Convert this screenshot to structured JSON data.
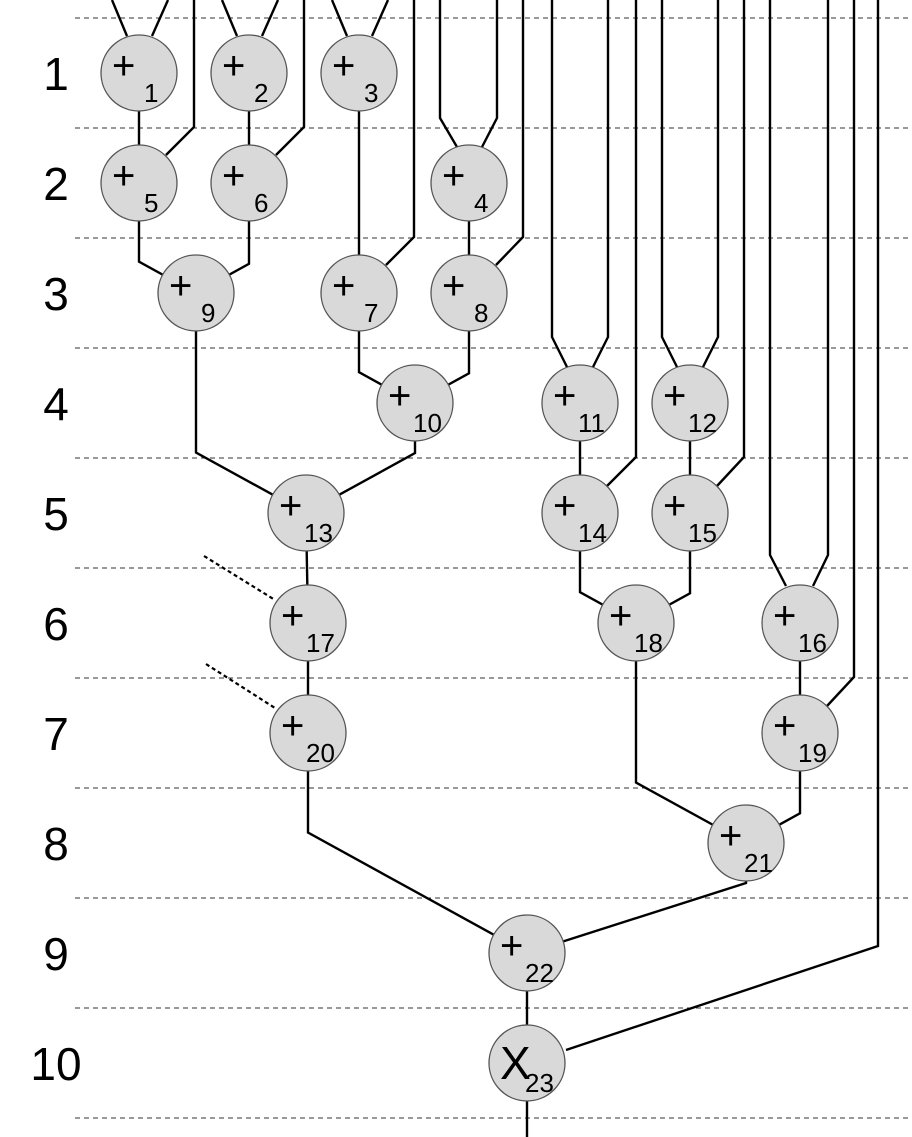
{
  "stages": [
    "1",
    "2",
    "3",
    "4",
    "5",
    "6",
    "7",
    "8",
    "9",
    "10"
  ],
  "nodes": [
    {
      "id": "1",
      "op": "+",
      "stage": 1
    },
    {
      "id": "2",
      "op": "+",
      "stage": 1
    },
    {
      "id": "3",
      "op": "+",
      "stage": 1
    },
    {
      "id": "5",
      "op": "+",
      "stage": 2
    },
    {
      "id": "6",
      "op": "+",
      "stage": 2
    },
    {
      "id": "4",
      "op": "+",
      "stage": 2
    },
    {
      "id": "9",
      "op": "+",
      "stage": 3
    },
    {
      "id": "7",
      "op": "+",
      "stage": 3
    },
    {
      "id": "8",
      "op": "+",
      "stage": 3
    },
    {
      "id": "10",
      "op": "+",
      "stage": 4
    },
    {
      "id": "11",
      "op": "+",
      "stage": 4
    },
    {
      "id": "12",
      "op": "+",
      "stage": 4
    },
    {
      "id": "13",
      "op": "+",
      "stage": 5
    },
    {
      "id": "14",
      "op": "+",
      "stage": 5
    },
    {
      "id": "15",
      "op": "+",
      "stage": 5
    },
    {
      "id": "17",
      "op": "+",
      "stage": 6
    },
    {
      "id": "18",
      "op": "+",
      "stage": 6
    },
    {
      "id": "16",
      "op": "+",
      "stage": 6
    },
    {
      "id": "20",
      "op": "+",
      "stage": 7
    },
    {
      "id": "19",
      "op": "+",
      "stage": 7
    },
    {
      "id": "21",
      "op": "+",
      "stage": 8
    },
    {
      "id": "22",
      "op": "+",
      "stage": 9
    },
    {
      "id": "23",
      "op": "X",
      "stage": 10
    }
  ],
  "edges": [
    [
      "1",
      "5"
    ],
    [
      "2",
      "6"
    ],
    [
      "3",
      "7"
    ],
    [
      "4",
      "8"
    ],
    [
      "5",
      "9"
    ],
    [
      "6",
      "9"
    ],
    [
      "7",
      "10"
    ],
    [
      "8",
      "10"
    ],
    [
      "9",
      "13"
    ],
    [
      "10",
      "13"
    ],
    [
      "11",
      "14"
    ],
    [
      "12",
      "15"
    ],
    [
      "13",
      "17"
    ],
    [
      "14",
      "18"
    ],
    [
      "15",
      "18"
    ],
    [
      "16",
      "19"
    ],
    [
      "17",
      "20"
    ],
    [
      "18",
      "21"
    ],
    [
      "19",
      "21"
    ],
    [
      "20",
      "22"
    ],
    [
      "21",
      "22"
    ],
    [
      "22",
      "23"
    ]
  ]
}
